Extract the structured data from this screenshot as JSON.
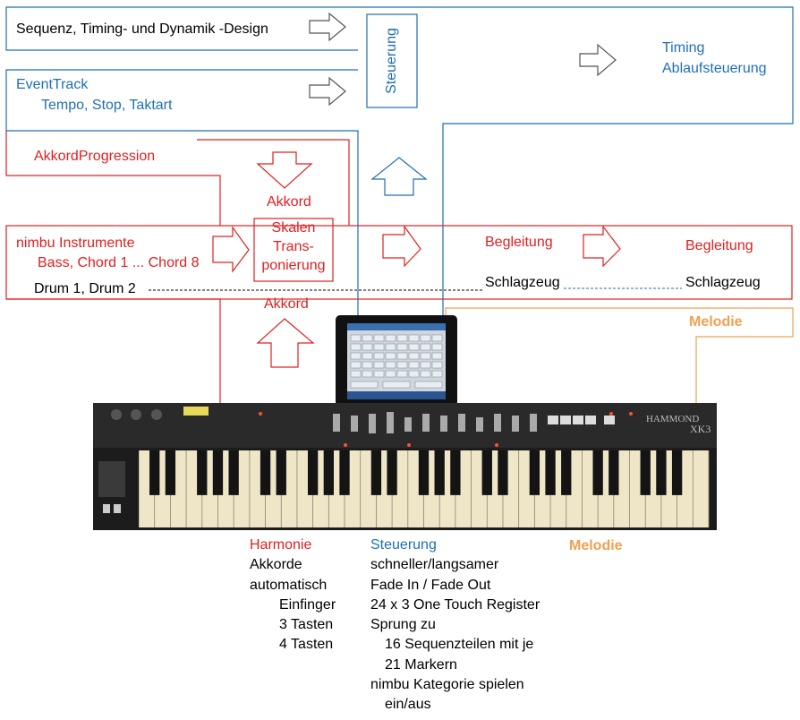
{
  "colors": {
    "blue": "#1f6fb5",
    "red": "#e02020",
    "orange": "#f0a050",
    "black": "#000000"
  },
  "top": {
    "sequence_design": "Sequenz, Timing- und Dynamik -Design",
    "eventtrack": "EventTrack",
    "eventtrack_detail": "Tempo, Stop, Taktart",
    "steuerung_box": "Steuerung",
    "timing": "Timing",
    "ablaufsteuerung": "Ablaufsteuerung"
  },
  "middle": {
    "akkordprogression": "AkkordProgression",
    "akkord_upper": "Akkord",
    "akkord_lower": "Akkord",
    "nimbu_instrumente": "nimbu Instrumente",
    "instrument_list": "Bass, Chord 1 ... Chord 8",
    "drums": "Drum 1, Drum 2",
    "skalen_lines": [
      "Skalen",
      "Trans-",
      "ponierung"
    ],
    "begleitung_1": "Begleitung",
    "begleitung_2": "Begleitung",
    "schlagzeug_1": "Schlagzeug",
    "schlagzeug_2": "Schlagzeug",
    "melodie_upper": "Melodie"
  },
  "organ": {
    "brand": "HAMMOND",
    "model": "XK3"
  },
  "bottom": {
    "harmonie": {
      "title": "Harmonie",
      "lines": [
        "Akkorde",
        "automatisch",
        "Einfinger",
        "3 Tasten",
        "4 Tasten"
      ]
    },
    "steuerung": {
      "title": "Steuerung",
      "lines": [
        "schneller/langsamer",
        "Fade In /  Fade Out",
        "24 x 3 One Touch  Register",
        "Sprung zu",
        "16 Sequenzteilen mit je",
        "21 Markern",
        "nimbu Kategorie spielen",
        "ein/aus"
      ]
    },
    "melodie": "Melodie"
  }
}
